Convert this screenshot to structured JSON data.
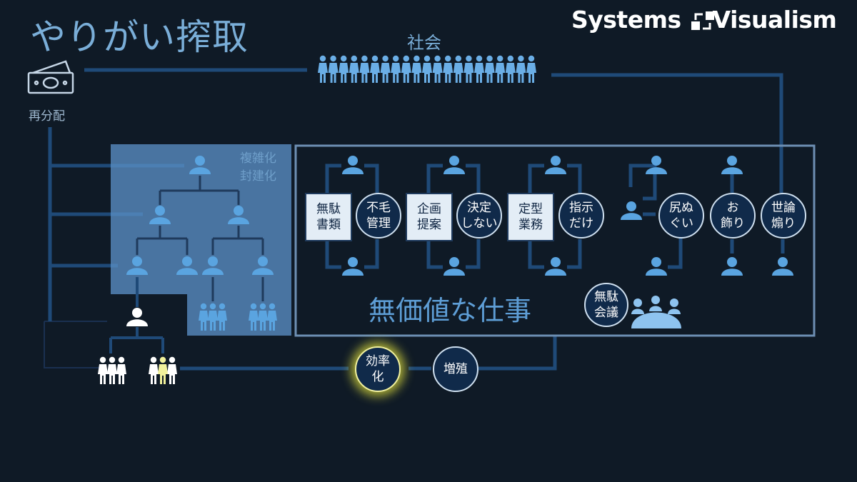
{
  "title": "やりがい搾取",
  "brand": {
    "word1": "Systems",
    "word2": "Visualism",
    "icon": "flow-arrows-icon"
  },
  "society_label": "社会",
  "redistribution_label": "再分配",
  "redistribution_icon": "money-icon",
  "complexity_label": "複雑化 封建化",
  "wasteful_work_label": "無価値な仕事",
  "tasks": [
    {
      "label": "無駄\n書類",
      "shape": "rect"
    },
    {
      "label": "不毛\n管理",
      "shape": "circle"
    },
    {
      "label": "企画\n提案",
      "shape": "rect"
    },
    {
      "label": "決定\nしない",
      "shape": "circle"
    },
    {
      "label": "定型\n業務",
      "shape": "rect"
    },
    {
      "label": "指示\nだけ",
      "shape": "circle"
    },
    {
      "label": "尻ぬ\nぐい",
      "shape": "circle"
    },
    {
      "label": "お\n飾り",
      "shape": "circle"
    },
    {
      "label": "世論\n煽り",
      "shape": "circle"
    },
    {
      "label": "無駄\n会議",
      "shape": "circle"
    }
  ],
  "loop_nodes": [
    {
      "label": "効率\n化",
      "highlighted": true
    },
    {
      "label": "増殖",
      "highlighted": false
    }
  ],
  "colors": {
    "background": "#0f1a26",
    "panel": "#5a8ec4",
    "line": "#1f4a78",
    "person": "#6aaee6",
    "title": "#7aaed8",
    "highlight": "#e6e64a"
  }
}
